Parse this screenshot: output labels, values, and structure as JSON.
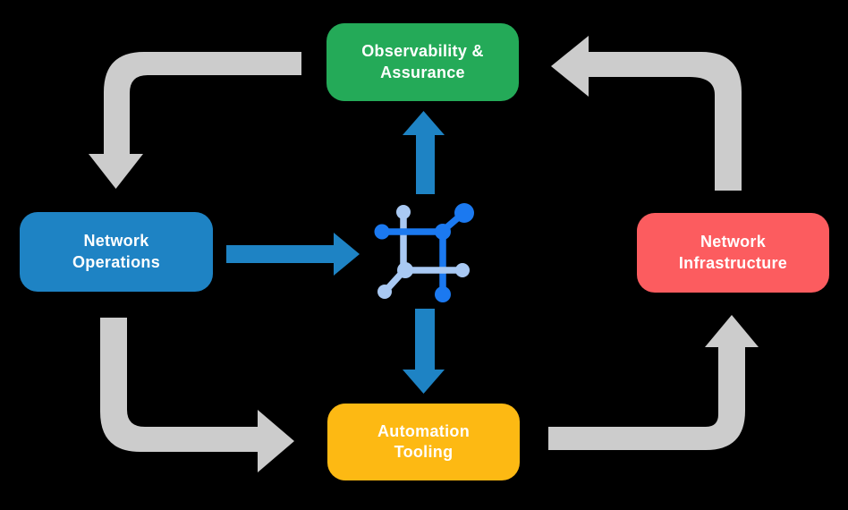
{
  "background": "#000000",
  "boxes": {
    "observability": {
      "lines": [
        "Observability &",
        "Assurance"
      ],
      "color": "#24aa58"
    },
    "network_operations": {
      "lines": [
        "Network",
        "Operations"
      ],
      "color": "#1e83c4"
    },
    "network_infrastructure": {
      "lines": [
        "Network",
        "Infrastructure"
      ],
      "color": "#fc5c5f"
    },
    "automation_tooling": {
      "lines": [
        "Automation",
        "Tooling"
      ],
      "color": "#fdb913"
    }
  },
  "colors": {
    "arrow_gray": "#cccccc",
    "arrow_blue": "#1e83c4"
  },
  "icon": {
    "name": "network-fabric-icon",
    "dark_blue": "#1b79f0",
    "light_blue": "#a9c9f3"
  },
  "flows": {
    "cycle": [
      {
        "from": "Observability & Assurance",
        "to": "Network Operations"
      },
      {
        "from": "Network Operations",
        "to": "Automation Tooling"
      },
      {
        "from": "Automation Tooling",
        "to": "Network Infrastructure"
      },
      {
        "from": "Network Infrastructure",
        "to": "Observability & Assurance"
      }
    ],
    "center": [
      {
        "from": "Network Operations",
        "to": "network-fabric-icon"
      },
      {
        "from": "network-fabric-icon",
        "to": "Observability & Assurance"
      },
      {
        "from": "network-fabric-icon",
        "to": "Automation Tooling"
      }
    ]
  }
}
